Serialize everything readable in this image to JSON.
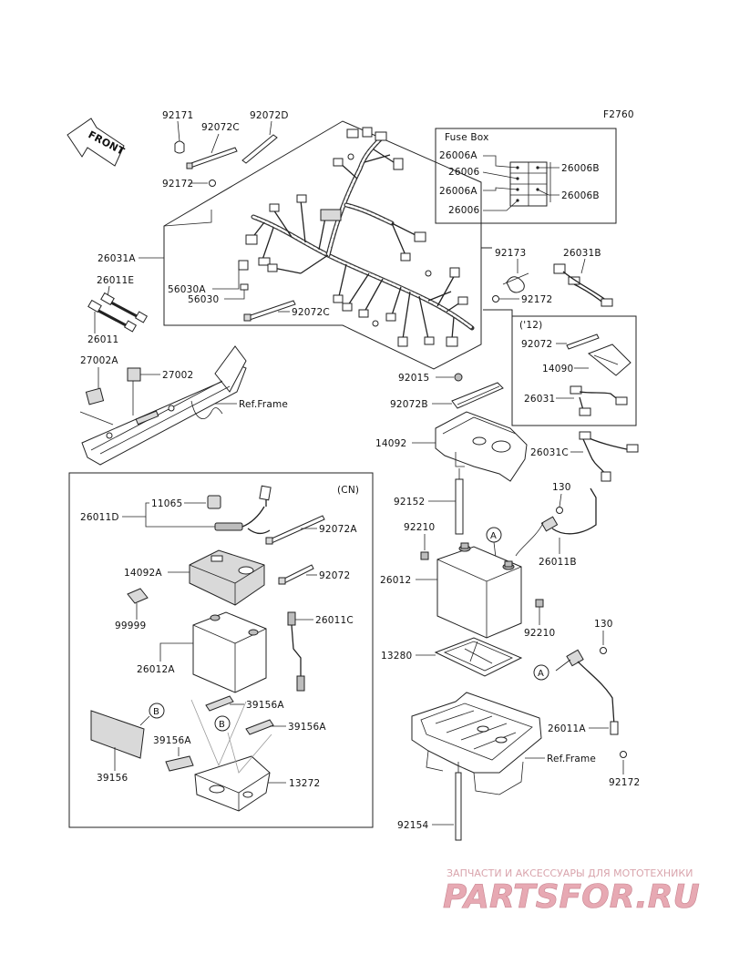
{
  "figure_code": "F2760",
  "front_label": "FRONT",
  "fuse_box": {
    "title": "Fuse Box",
    "left_labels": [
      "26006A",
      "26006",
      "26006A",
      "26006"
    ],
    "right_labels": [
      "26006B",
      "26006B"
    ]
  },
  "cn_label": "(CN)",
  "year_label": "('12)",
  "callout_a": "A",
  "callout_b": "B",
  "labels": {
    "p92171": "92171",
    "p92072C_top": "92072C",
    "p92072D": "92072D",
    "p92172_top": "92172",
    "p26031A": "26031A",
    "p26011E": "26011E",
    "p26011": "26011",
    "p56030A": "56030A",
    "p56030": "56030",
    "p92072C_bottom": "92072C",
    "p92173": "92173",
    "p26031B": "26031B",
    "p92172_mid": "92172",
    "p27002A": "27002A",
    "p27002": "27002",
    "ref_frame_1": "Ref.Frame",
    "p92072_12": "92072",
    "p14090": "14090",
    "p26031": "26031",
    "p92015": "92015",
    "p92072B": "92072B",
    "p14092": "14092",
    "p26031C": "26031C",
    "p92152": "92152",
    "p130_top": "130",
    "p26011B": "26011B",
    "p92210_top": "92210",
    "p26012": "26012",
    "p92210_bottom": "92210",
    "p13280": "13280",
    "p130_bottom": "130",
    "p26011A": "26011A",
    "ref_frame_2": "Ref.Frame",
    "p92172_bottom": "92172",
    "p92154": "92154",
    "p26011D": "26011D",
    "p11065": "11065",
    "p92072A": "92072A",
    "p14092A": "14092A",
    "p92072_cn": "92072",
    "p99999": "99999",
    "p26011C": "26011C",
    "p26012A": "26012A",
    "p39156A_1": "39156A",
    "p39156A_2": "39156A",
    "p39156A_3": "39156A",
    "p39156": "39156",
    "p13272": "13272"
  },
  "watermark": {
    "tagline": "ЗАПЧАСТИ И АКСЕССУАРЫ ДЛЯ МОТОТЕХНИКИ",
    "logo": "PARTSFOR.RU"
  }
}
